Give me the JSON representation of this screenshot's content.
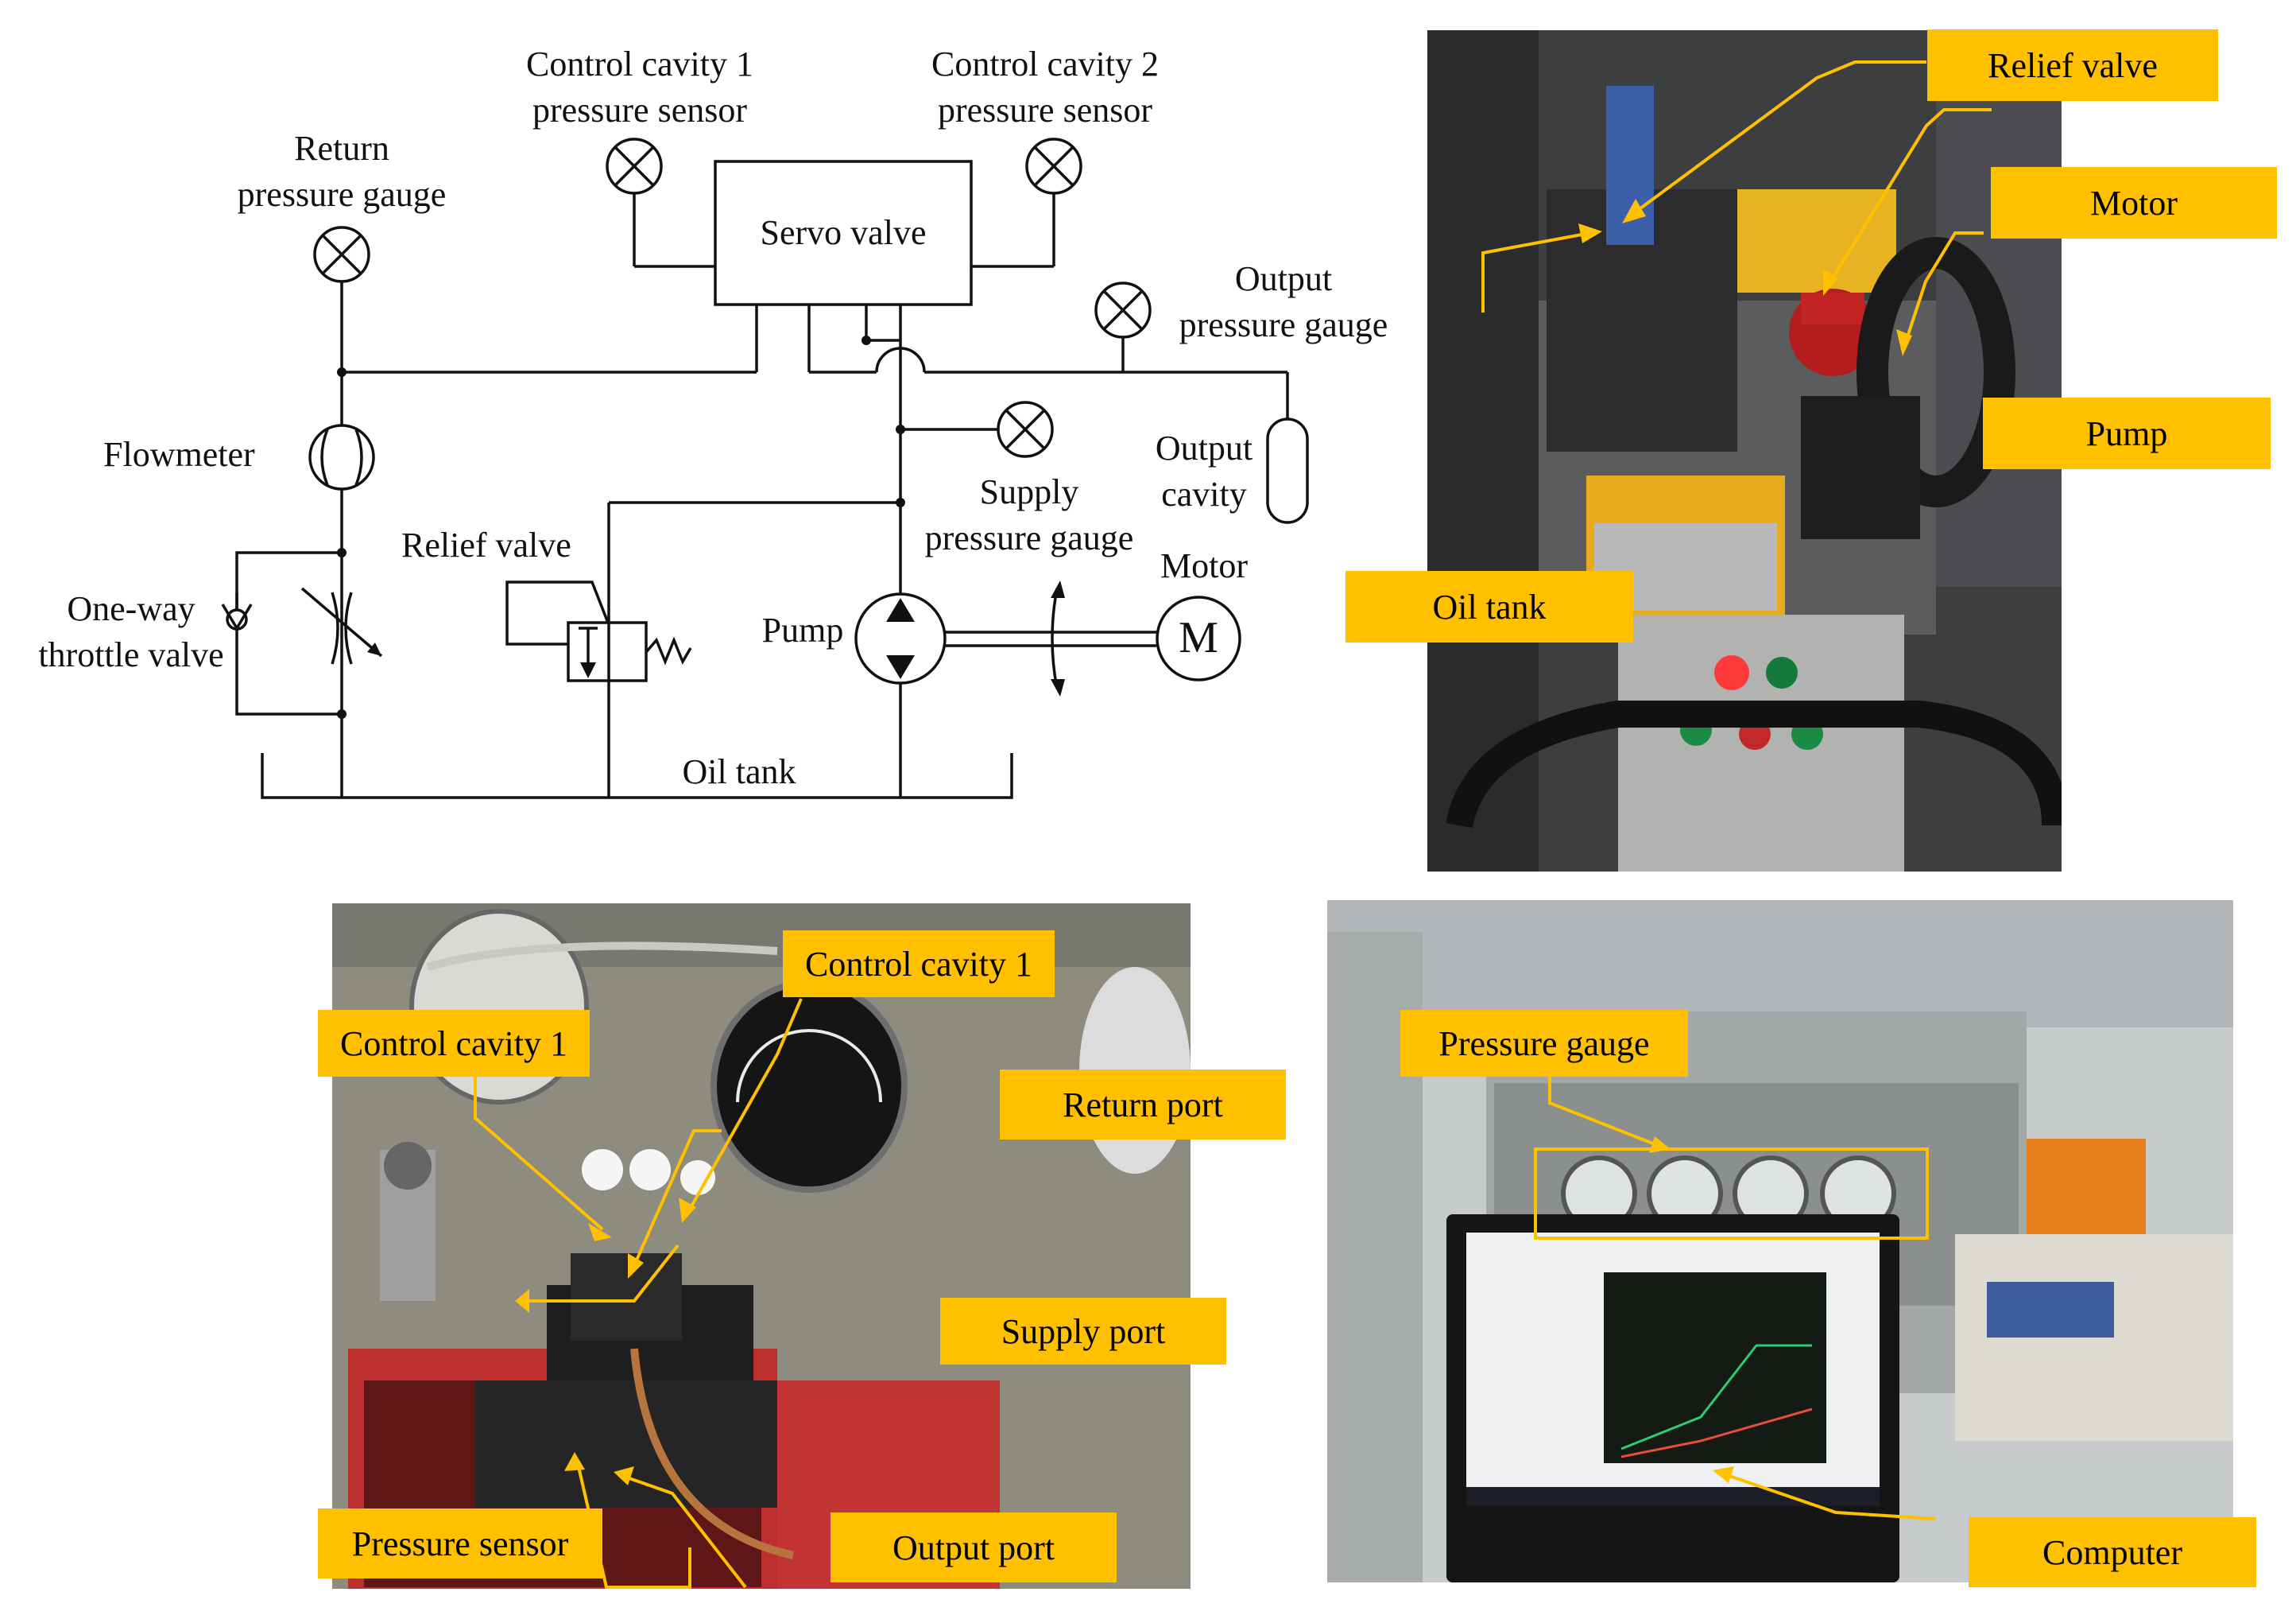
{
  "schematic": {
    "labels": {
      "return_gauge_line1": "Return",
      "return_gauge_line2": "pressure gauge",
      "cc1_sensor_line1": "Control cavity 1",
      "cc1_sensor_line2": "pressure sensor",
      "cc2_sensor_line1": "Control cavity 2",
      "cc2_sensor_line2": "pressure sensor",
      "servo_valve": "Servo valve",
      "output_gauge_line1": "Output",
      "output_gauge_line2": "pressure gauge",
      "flowmeter": "Flowmeter",
      "output_cavity_line1": "Output",
      "output_cavity_line2": "cavity",
      "supply_gauge_line1": "Supply",
      "supply_gauge_line2": "pressure gauge",
      "relief_valve": "Relief valve",
      "motor": "Motor",
      "motor_symbol": "M",
      "throttle_line1": "One-way",
      "throttle_line2": "throttle valve",
      "pump": "Pump",
      "oil_tank": "Oil tank"
    }
  },
  "photo_pump_station": {
    "callouts": {
      "relief_valve": "Relief valve",
      "motor": "Motor",
      "pump": "Pump",
      "oil_tank": "Oil tank"
    }
  },
  "photo_valve_bench": {
    "callouts": {
      "control_cavity_1_top": "Control cavity 1",
      "control_cavity_1_left": "Control cavity 1",
      "return_port": "Return port",
      "supply_port": "Supply port",
      "pressure_sensor": "Pressure sensor",
      "output_port": "Output port"
    }
  },
  "photo_test_rig": {
    "callouts": {
      "pressure_gauge": "Pressure gauge",
      "computer": "Computer"
    }
  }
}
